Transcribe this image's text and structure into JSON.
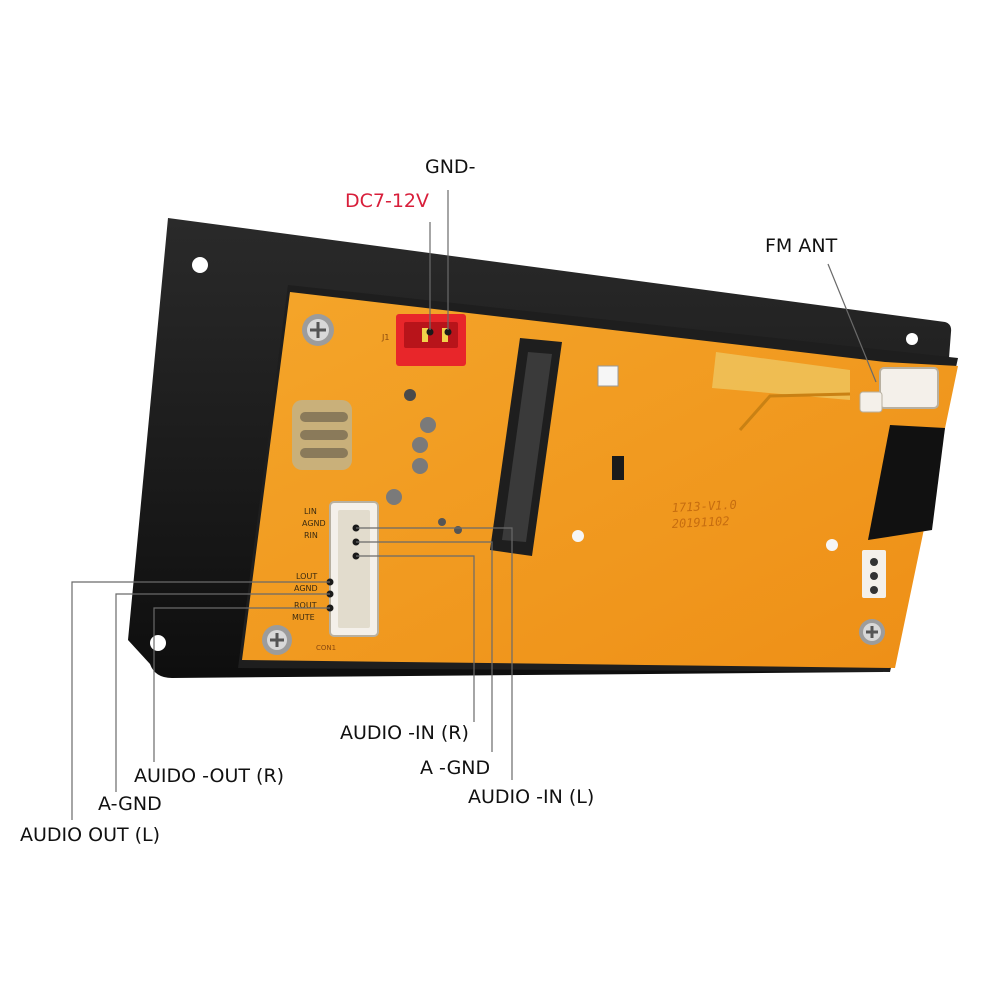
{
  "labels": {
    "gnd_minus": "GND-",
    "dc_power": "DC7-12V",
    "fm_ant": "FM ANT",
    "audio_in_r": "AUDIO -IN (R)",
    "a_gnd_in": "A -GND",
    "audio_in_l": "AUDIO -IN (L)",
    "audio_out_r": "AUIDO -OUT (R)",
    "a_gnd_out": "A-GND",
    "audio_out_l": "AUDIO OUT (L)"
  },
  "board": {
    "version": "1713-V1.0",
    "date": "20191102",
    "connector_pins": [
      "LIN",
      "AGND",
      "RIN",
      "LOUT",
      "AGND",
      "ROUT",
      "MUTE"
    ],
    "power_ref": "J1",
    "io_ref": "CON1"
  },
  "colors": {
    "pcb": "#f39a1c",
    "frame": "#161616",
    "accent_red": "#d81e3a",
    "connector_red": "#e8262a",
    "connector_white": "#f4f0ea",
    "leader_line": "#6a6a6a"
  }
}
